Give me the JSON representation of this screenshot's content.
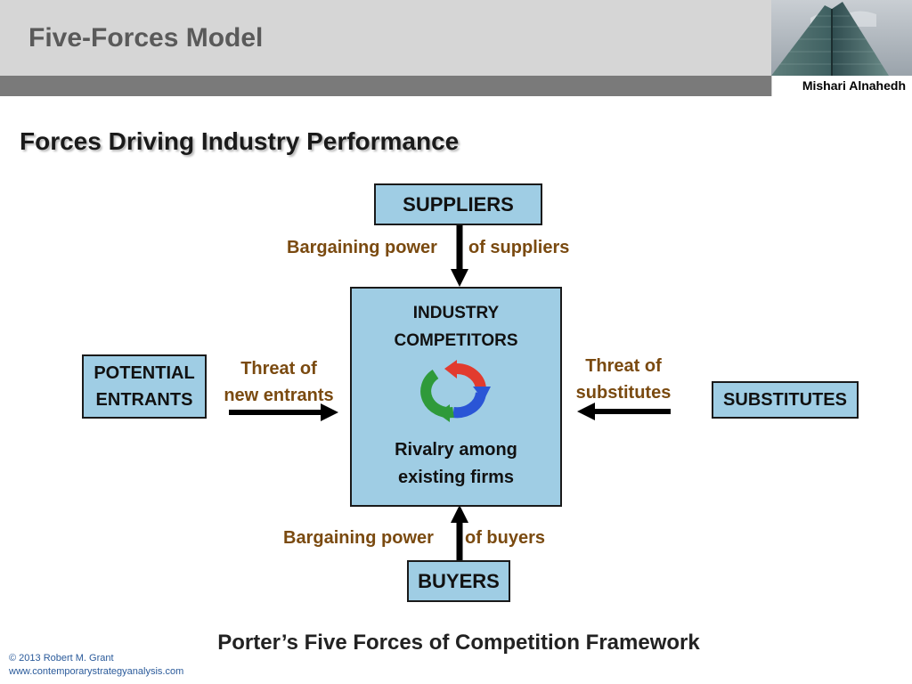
{
  "slide": {
    "title": "Five-Forces Model",
    "author": "Mishari Alnahedh",
    "section_title": "Forces Driving Industry Performance"
  },
  "diagram": {
    "suppliers": "SUPPLIERS",
    "buyers": "BUYERS",
    "potential_entrants": [
      "POTENTIAL",
      "ENTRANTS"
    ],
    "substitutes": "SUBSTITUTES",
    "industry": [
      "INDUSTRY",
      "COMPETITORS"
    ],
    "rivalry": [
      "Rivalry among",
      "existing firms"
    ],
    "forces": {
      "suppliers_left": "Bargaining power",
      "suppliers_right": "of suppliers",
      "buyers_left": "Bargaining power",
      "buyers_right": "of buyers",
      "entrants": [
        "Threat of",
        "new entrants"
      ],
      "substitutes": [
        "Threat of",
        "substitutes"
      ]
    },
    "colors": {
      "box_fill": "#9fcde4",
      "force_text": "#7a4a10",
      "cycle_red": "#e23b2e",
      "cycle_green": "#2f9a3a",
      "cycle_blue": "#2a55d6"
    }
  },
  "footer": {
    "caption": "Porter’s Five Forces of Competition Framework",
    "copyright": "© 2013 Robert M. Grant",
    "website": "www.contemporarystrategyanalysis.com"
  }
}
